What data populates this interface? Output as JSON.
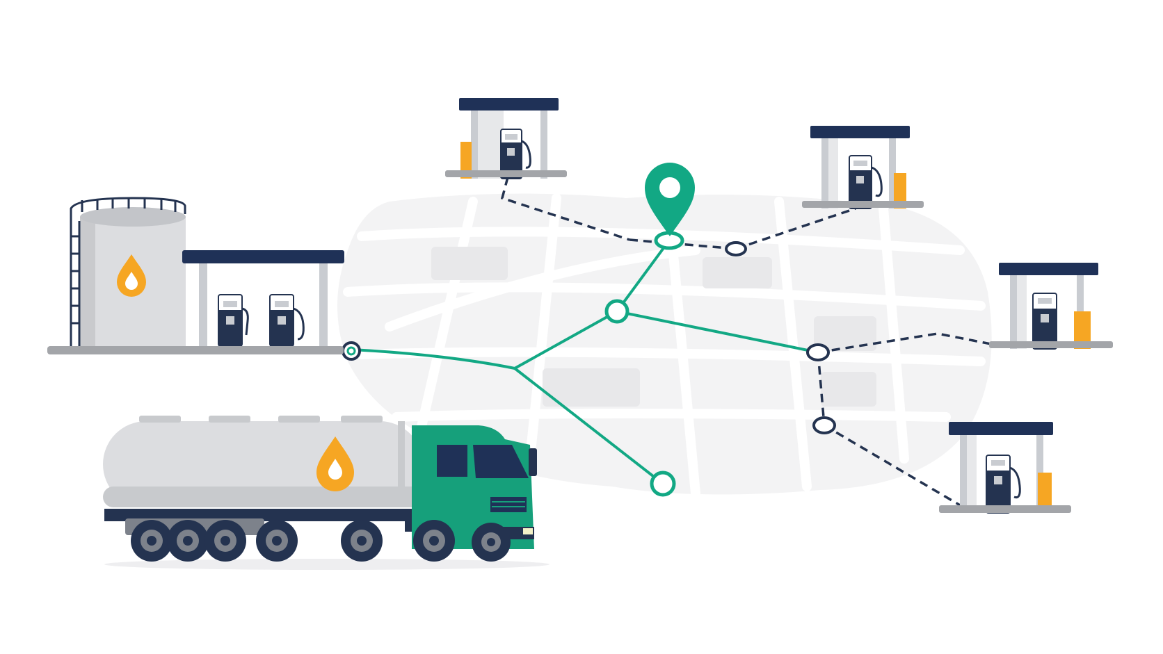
{
  "illustration": {
    "subject": "fuel-distribution-route-network",
    "icons": {
      "depot": "fuel-depot-icon",
      "tank": "storage-tank-icon",
      "station": "gas-station-icon",
      "pump": "fuel-pump-icon",
      "truck": "fuel-tanker-truck-icon",
      "pin": "location-pin-icon",
      "drop": "fuel-drop-icon"
    },
    "colors": {
      "route_primary": "#12a884",
      "route_secondary": "#243350",
      "canopy": "#1f3157",
      "station_gray": "#c9ccd1",
      "fuel_accent": "#f6a623",
      "truck_cab": "#16a07b",
      "tank_body": "#dcdde0",
      "wheel": "#3d4350",
      "map_streets": "#eeeeef"
    },
    "counts": {
      "gas_stations": 5,
      "fuel_pumps_at_depot": 2,
      "tanker_trucks": 1,
      "location_pins": 1
    }
  }
}
